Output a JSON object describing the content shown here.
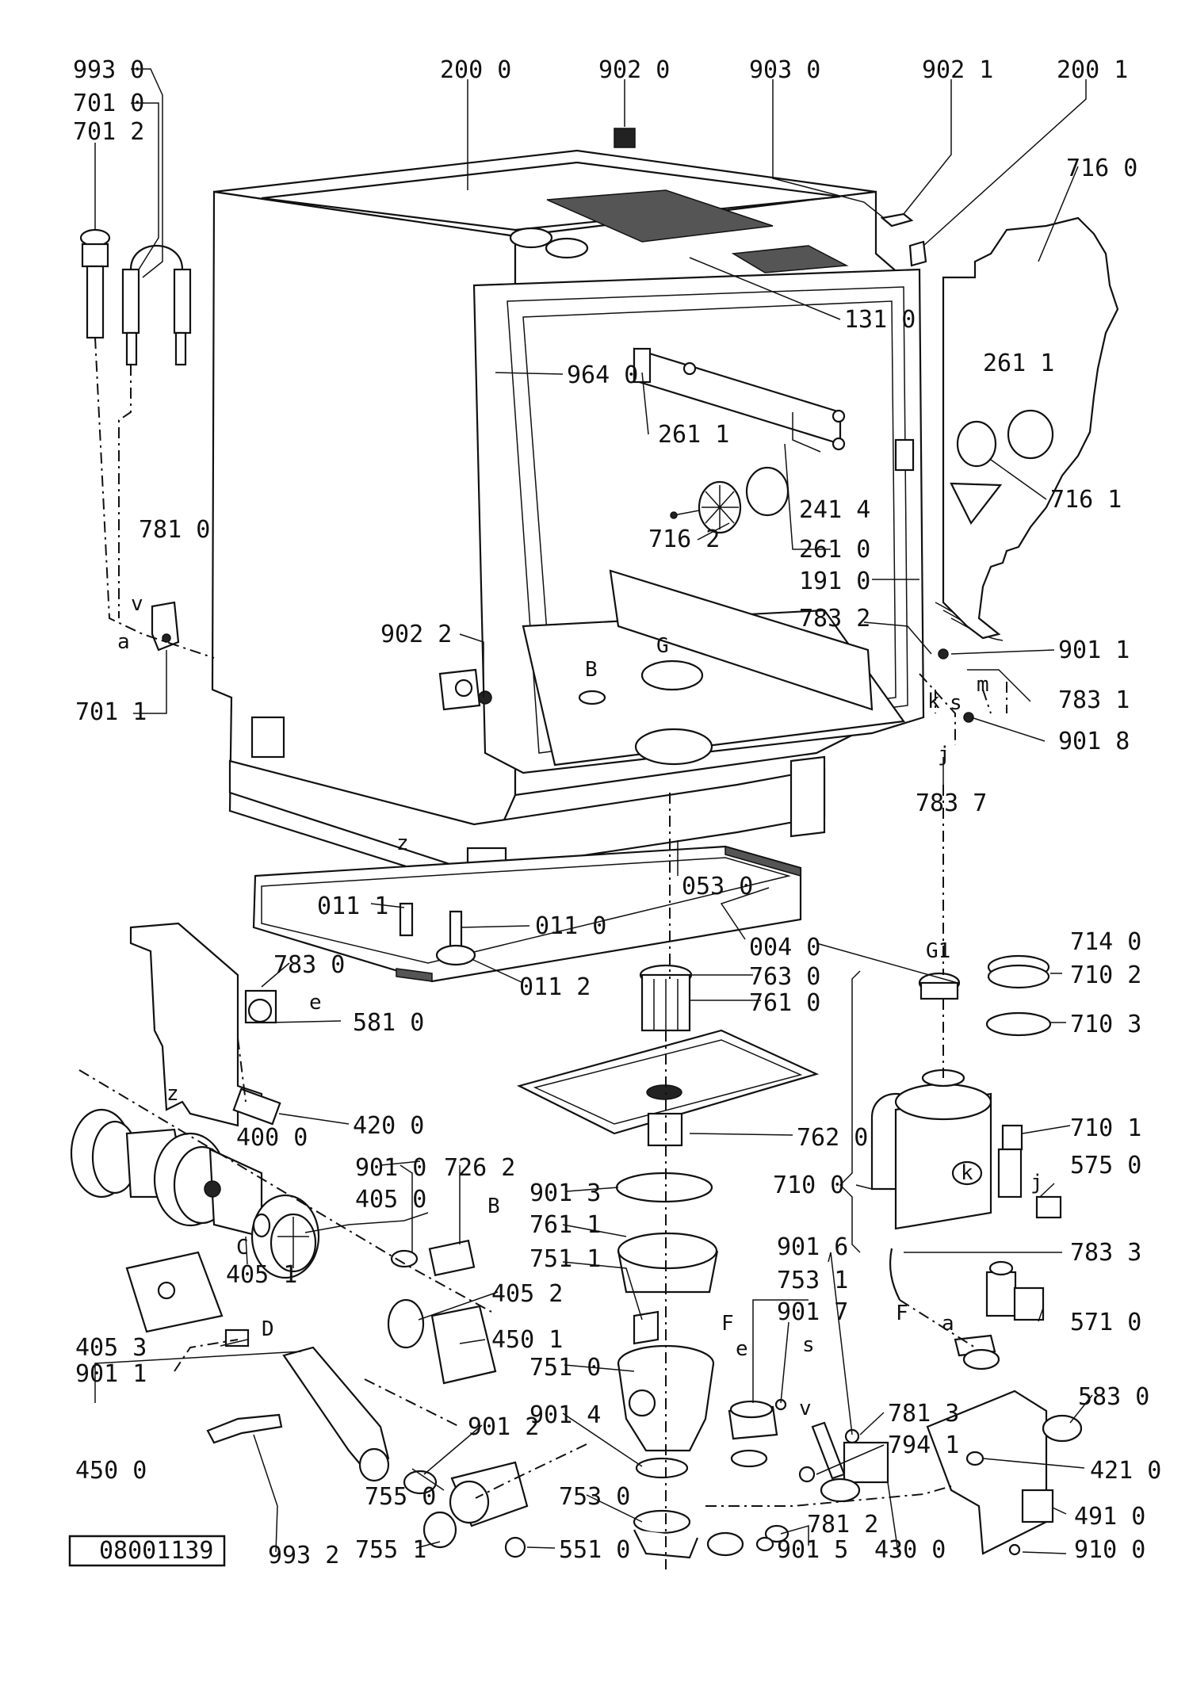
{
  "drawing_number": "08001139",
  "callouts": {
    "c993_0": "993 0",
    "c701_0": "701 0",
    "c701_2": "701 2",
    "c200_0": "200 0",
    "c902_0": "902 0",
    "c903_0": "903 0",
    "c902_1": "902 1",
    "c200_1": "200 1",
    "c716_0": "716 0",
    "c131_0": "131 0",
    "c964_0": "964 0",
    "c261_1a": "261 1",
    "c261_1b": "261 1",
    "c241_4": "241 4",
    "c716_1": "716 1",
    "c716_2": "716 2",
    "c261_0": "261 0",
    "c191_0": "191 0",
    "c781_0": "781 0",
    "c783_2": "783 2",
    "c901_1a": "901 1",
    "c902_2": "902 2",
    "c783_1": "783 1",
    "c901_8": "901 8",
    "c701_1": "701 1",
    "c783_7": "783 7",
    "c053_0": "053 0",
    "c011_1": "011 1",
    "c011_0": "011 0",
    "c004_0": "004 0",
    "c714_0": "714 0",
    "c783_0": "783 0",
    "c011_2": "011 2",
    "c763_0": "763 0",
    "c710_2": "710 2",
    "c761_0": "761 0",
    "c581_0": "581 0",
    "c710_3": "710 3",
    "c710_1": "710 1",
    "c420_0": "420 0",
    "c400_0": "400 0",
    "c762_0": "762 0",
    "c901_0": "901 0",
    "c726_2": "726 2",
    "c575_0": "575 0",
    "c405_0": "405 0",
    "c901_3": "901 3",
    "c710_0": "710 0",
    "c761_1": "761 1",
    "c783_3": "783 3",
    "c405_1": "405 1",
    "c751_1": "751 1",
    "c901_6": "901 6",
    "c753_1": "753 1",
    "c405_2": "405 2",
    "c901_7": "901 7",
    "c571_0": "571 0",
    "c405_3": "405 3",
    "c450_1": "450 1",
    "c901_1b": "901 1",
    "c751_0": "751 0",
    "c583_0": "583 0",
    "c901_4": "901 4",
    "c781_3": "781 3",
    "c901_2": "901 2",
    "c794_1": "794 1",
    "c450_0": "450 0",
    "c421_0": "421 0",
    "c755_0": "755 0",
    "c753_0": "753 0",
    "c781_2": "781 2",
    "c491_0": "491 0",
    "c993_2": "993 2",
    "c755_1": "755 1",
    "c551_0": "551 0",
    "c901_5": "901 5",
    "c430_0": "430 0",
    "c910_0": "910 0"
  },
  "letters": {
    "a1": "a",
    "v1": "v",
    "G": "G",
    "B1": "B",
    "k1": "k",
    "s1": "s",
    "m": "m",
    "j1": "j",
    "z1": "z",
    "z2": "z",
    "e1": "e",
    "G1": "G1",
    "k2": "k",
    "j2": "j",
    "B2": "B",
    "C": "C",
    "D": "D",
    "F1": "F",
    "F2": "F",
    "e2": "e",
    "s2": "s",
    "a2": "a",
    "v2": "v"
  }
}
